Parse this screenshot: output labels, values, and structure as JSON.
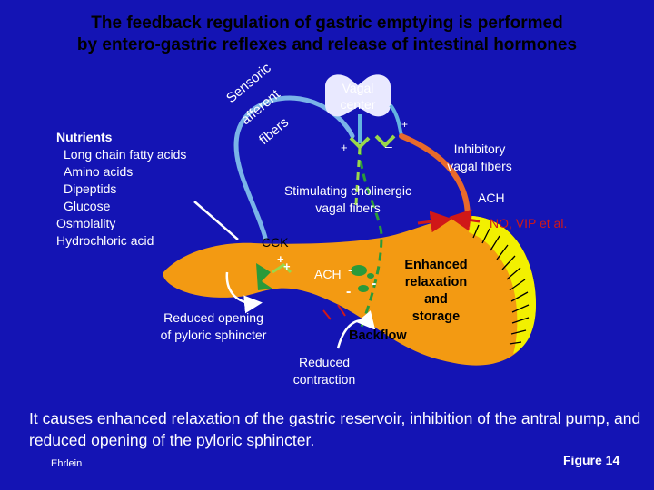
{
  "title": {
    "line1": "The feedback regulation of gastric emptying is performed",
    "line2": "by entero-gastric reflexes and release of  intestinal hormones"
  },
  "nutrients": {
    "heading": "Nutrients",
    "items": [
      "Long chain fatty acids",
      "Amino acids",
      "Dipeptids",
      "Glucose"
    ],
    "extra": [
      "Osmolality",
      "Hydrochloric acid"
    ]
  },
  "sensory_afferent": {
    "word1": "Sensoric",
    "word2": "afferent",
    "word3": "fibers"
  },
  "vagal_center": {
    "line1": "Vagal",
    "line2": "center"
  },
  "inhibitory_vagal": {
    "line1": "Inhibitory",
    "line2": "vagal fibers"
  },
  "stimulating_cholinergic": {
    "line1": "Stimulating cholinergic",
    "line2": "vagal fibers"
  },
  "ach_right": "ACH",
  "no_vip": "NO, VIP et al.",
  "cck": "CCK",
  "ach_center": "ACH",
  "enhanced": {
    "line1": "Enhanced",
    "line2": "relaxation",
    "line3": "and",
    "line4": "storage"
  },
  "backflow": "Backflow",
  "reduced_opening": {
    "line1": "Reduced opening",
    "line2": "of pyloric sphincter"
  },
  "reduced_contraction": {
    "line1": "Reduced",
    "line2": "contraction"
  },
  "signs": {
    "plus": "+",
    "minus": "–",
    "dash": "-"
  },
  "summary": "It causes enhanced relaxation of the gastric reservoir, inhibition of the antral pump, and reduced opening of the pyloric sphincter.",
  "author": "Ehrlein",
  "figure": "Figure 14",
  "colors": {
    "background": "#1414b4",
    "stomach": "#f39a12",
    "sensory_fiber": "#7ab4e8",
    "vagal_fiber": "#64b4e0",
    "inhibitory_fiber": "#e86a2a",
    "stimulating_fiber": "#2a9a3a",
    "neuron_green": "#9ad84a",
    "fundus_yellow": "#f2f000",
    "effect_red": "#d01818"
  }
}
